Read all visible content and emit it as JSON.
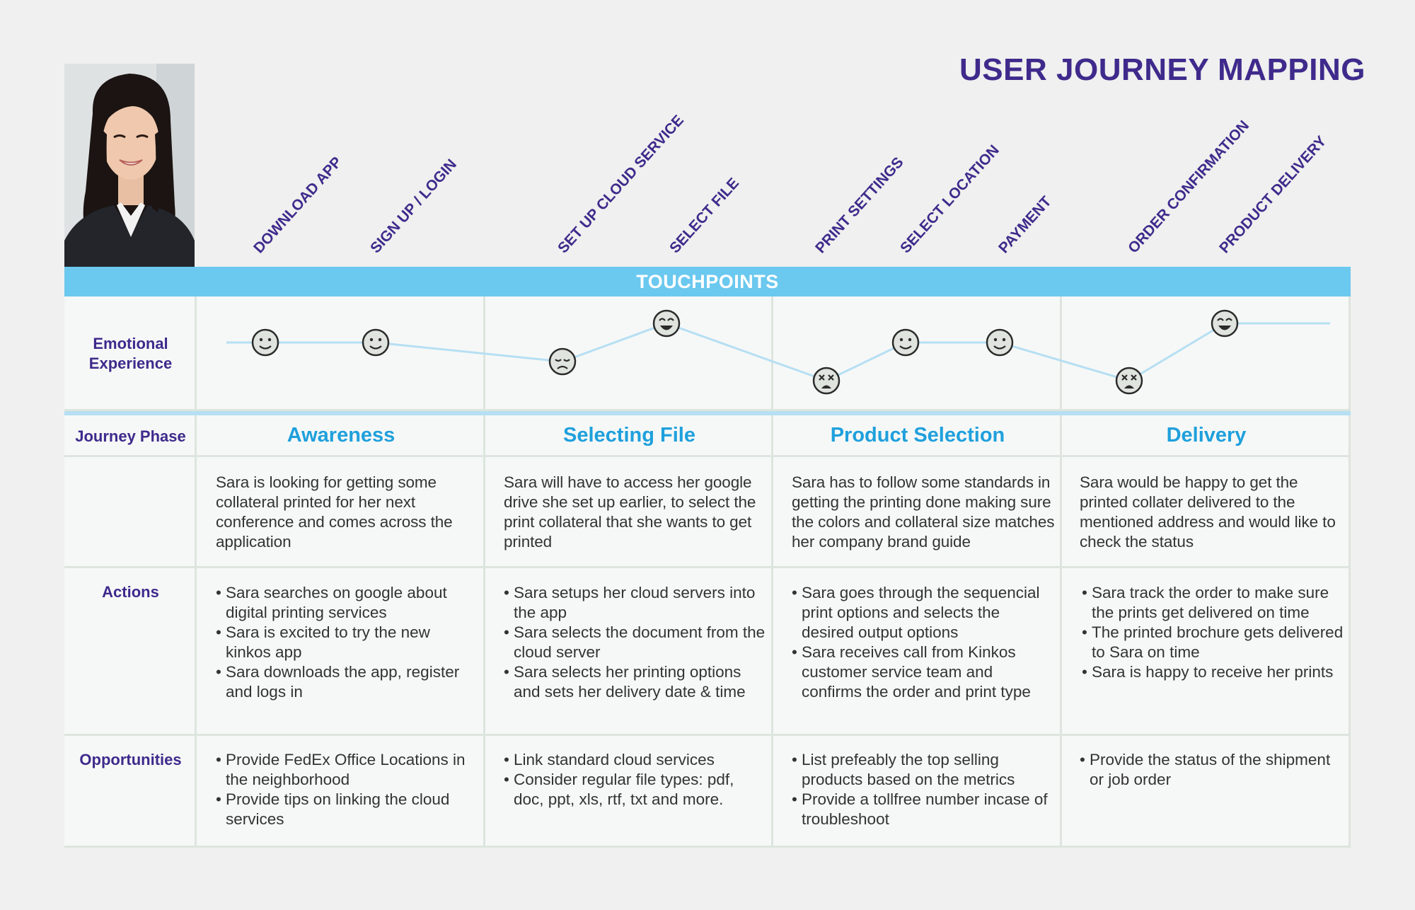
{
  "title": "USER JOURNEY MAPPING",
  "touchpoints_label": "TOUCHPOINTS",
  "touchpoints": [
    "DOWNLOAD APP",
    "SIGN UP / LOGIN",
    "SET UP CLOUD SERVICE",
    "SELECT FILE",
    "PRINT SETTINGS",
    "SELECT LOCATION",
    "PAYMENT",
    "ORDER CONFIRMATION",
    "PRODUCT DELIVERY"
  ],
  "rows": {
    "emotional": "Emotional Experience",
    "phase": "Journey Phase",
    "actions": "Actions",
    "opportunities": "Opportunities"
  },
  "emotions": [
    {
      "touchpoint": "DOWNLOAD APP",
      "mood": "happy"
    },
    {
      "touchpoint": "SIGN UP / LOGIN",
      "mood": "happy"
    },
    {
      "touchpoint": "SET UP CLOUD SERVICE",
      "mood": "sad"
    },
    {
      "touchpoint": "SELECT FILE",
      "mood": "very-happy"
    },
    {
      "touchpoint": "PRINT SETTINGS",
      "mood": "frustrated"
    },
    {
      "touchpoint": "SELECT LOCATION",
      "mood": "happy"
    },
    {
      "touchpoint": "PAYMENT",
      "mood": "happy"
    },
    {
      "touchpoint": "ORDER CONFIRMATION",
      "mood": "frustrated"
    },
    {
      "touchpoint": "PRODUCT DELIVERY",
      "mood": "very-happy"
    }
  ],
  "colors": {
    "title": "#3f2a8c",
    "touchbar": "#6bc8ef",
    "phase": "#1fa0dc",
    "line": "#b6dff3"
  },
  "phases": [
    {
      "name": "Awareness",
      "description": "Sara is looking for getting some collateral printed for her next conference and comes across the application",
      "actions": [
        "Sara searches on google about digital printing services",
        "Sara is excited to try the new kinkos app",
        "Sara downloads the app, register and logs in"
      ],
      "opportunities": [
        "Provide FedEx Office Locations in the neighborhood",
        "Provide tips on linking the cloud services"
      ]
    },
    {
      "name": "Selecting File",
      "description": "Sara will have to access her google drive she set up earlier, to select the print collateral that she wants to get printed",
      "actions": [
        "Sara setups her cloud servers into the app",
        "Sara selects the document from the cloud server",
        "Sara selects her printing options and sets her delivery date & time"
      ],
      "opportunities": [
        "Link standard cloud services",
        "Consider regular file types: pdf, doc, ppt, xls, rtf, txt and more."
      ]
    },
    {
      "name": "Product Selection",
      "description": "Sara has to follow some standards in getting the printing done making sure the colors and collateral size matches her company brand guide",
      "actions": [
        "Sara goes through the sequencial print options and selects the desired output options",
        "Sara receives call from Kinkos customer service team and confirms the order and print type"
      ],
      "opportunities": [
        "List prefeably the top selling products based on the metrics",
        "Provide a tollfree number incase of troubleshoot"
      ]
    },
    {
      "name": "Delivery",
      "description": "Sara would be happy to get the printed collater delivered to the mentioned address and would like to check the status",
      "actions": [
        "Sara track the order to make sure the prints get delivered on time",
        "The printed brochure gets delivered to Sara on time",
        "Sara is happy to receive her prints"
      ],
      "opportunities": [
        "Provide the status of the shipment or job order"
      ]
    }
  ]
}
